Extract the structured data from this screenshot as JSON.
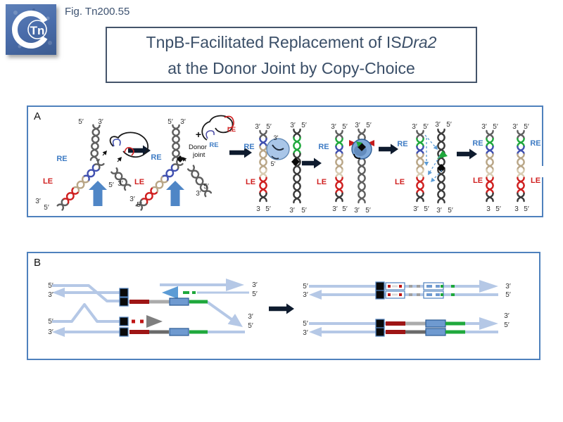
{
  "header": {
    "logo_text": "Tn",
    "fig_label": "Fig. Tn200.55",
    "title_line1_prefix": "TnpB-Facilitated Replacement of IS",
    "title_line1_italic": "Dra2",
    "title_line2": "at the Donor Joint by Copy-Choice"
  },
  "panels": {
    "a": "A",
    "b": "B"
  },
  "labels": {
    "five_prime": "5′",
    "three_prime": "3′",
    "three_plain": "3",
    "re": "RE",
    "le": "LE",
    "plus": "+",
    "donor_l1": "Donor",
    "donor_l2": "joint"
  },
  "colors": {
    "panel_border": "#4f81bd",
    "title_text": "#3b4f68",
    "re_blue": "#3f7cc4",
    "le_red": "#d02020",
    "strand_light_blue": "#b5c8e6",
    "block_arrow_blue": "#4f86c6",
    "dark_arrow": "#0e1b2e",
    "cargo_red": "#9e1515",
    "cargo_blue": "#6f9ad0",
    "cargo_green": "#1fa83c",
    "protein_blue": "#a9c6e8",
    "helix_gray": "#5f5f5f",
    "helix_tan": "#b9a687",
    "helix_re_blue": "#4050b0",
    "helix_le_red": "#cf1f1f"
  }
}
